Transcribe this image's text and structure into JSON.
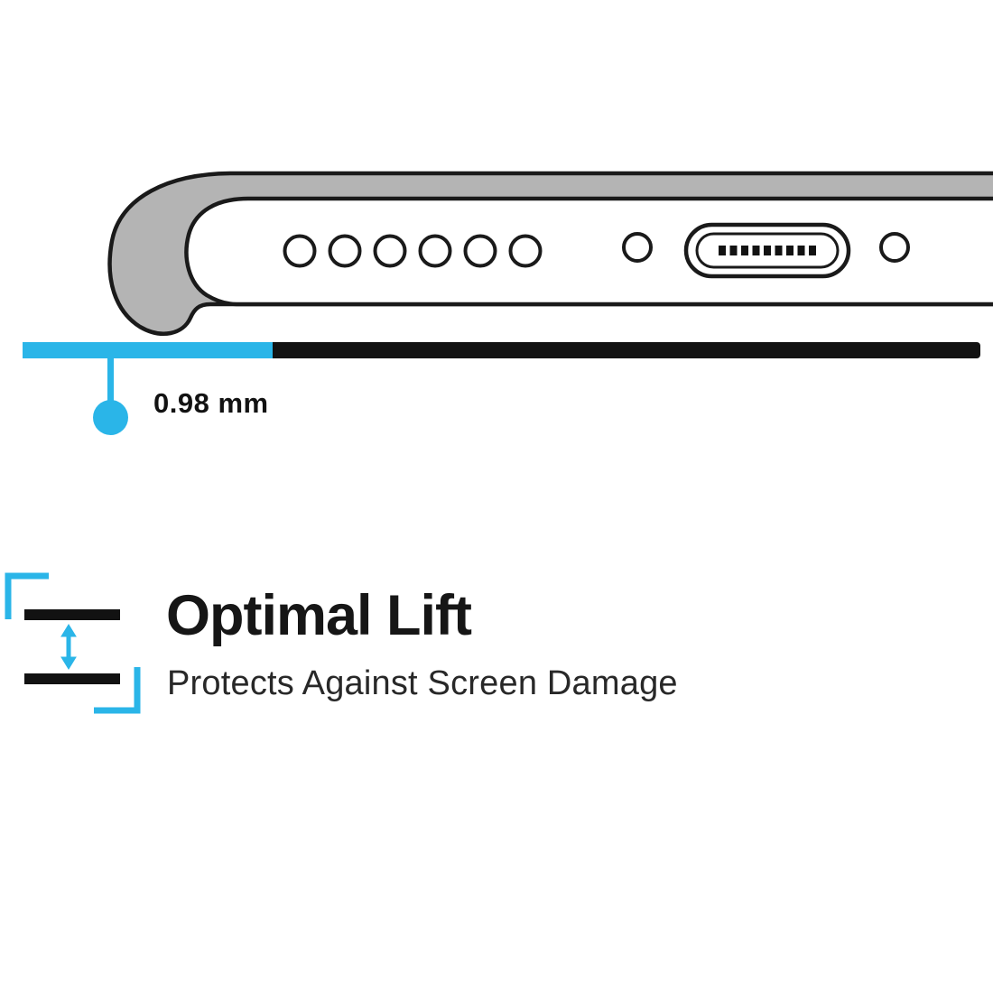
{
  "colors": {
    "accent": "#2ab5e8",
    "ink": "#121212",
    "case_gray": "#b4b4b4",
    "outline": "#1a1a1a"
  },
  "illustration": {
    "description": "bottom edge of a phone inside a case",
    "speaker_hole_count": 6,
    "icons": {
      "phone": "phone-bottom-edge-illustration",
      "lift": "lift-height-icon"
    }
  },
  "measurement": {
    "label": "0.98 mm"
  },
  "feature": {
    "title": "Optimal Lift",
    "subtitle": "Protects Against Screen Damage"
  }
}
